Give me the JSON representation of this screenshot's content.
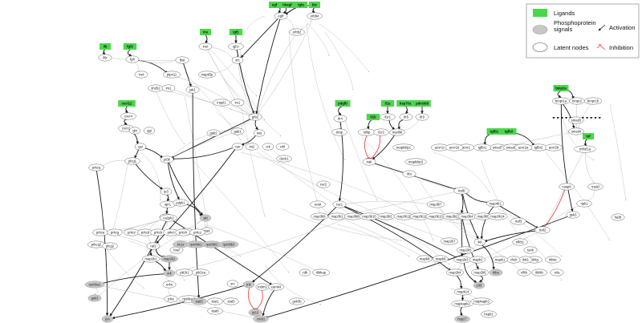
{
  "legend": {
    "ligands": "Ligands",
    "phospho": "Phosphoprotein signals",
    "latent": "Latent nodes",
    "activation": "Activation",
    "inhibition": "Inhibition"
  },
  "colors": {
    "ligand": "#4cd64c",
    "phospho": "#c8c8c8",
    "latent": "#ffffff",
    "edge_light": "#bdbdbd",
    "edge_dark": "#1a1a1a",
    "inhibit": "#e53935"
  },
  "nodes": [
    {
      "id": "egf",
      "label": "egf",
      "kind": "ligand"
    },
    {
      "id": "hbegf",
      "label": "hbegf",
      "kind": "ligand"
    },
    {
      "id": "tgfa",
      "label": "tgfa",
      "kind": "ligand"
    },
    {
      "id": "btc",
      "label": "btc",
      "kind": "ligand"
    },
    {
      "id": "ins",
      "label": "ins",
      "kind": "ligand"
    },
    {
      "id": "igf1",
      "label": "igf1",
      "kind": "ligand"
    },
    {
      "id": "il6",
      "label": "il6",
      "kind": "ligand"
    },
    {
      "id": "fgf2",
      "label": "fgf2",
      "kind": "ligand"
    },
    {
      "id": "cxcl12",
      "label": "cxcl12",
      "kind": "ligand"
    },
    {
      "id": "pdgfb",
      "label": "pdgfb",
      "kind": "ligand"
    },
    {
      "id": "il1a",
      "label": "il1a",
      "kind": "ligand"
    },
    {
      "id": "il1b",
      "label": "il1b",
      "kind": "ligand"
    },
    {
      "id": "hsp70",
      "label": "hsp70a",
      "kind": "ligand"
    },
    {
      "id": "ppp",
      "label": "pdm368",
      "kind": "ligand"
    },
    {
      "id": "bmp2",
      "label": "bmp2a",
      "kind": "ligand"
    },
    {
      "id": "tgfb1",
      "label": "tgfb1",
      "kind": "ligand"
    },
    {
      "id": "tgfb2",
      "label": "tgfb3",
      "kind": "ligand"
    },
    {
      "id": "tnf",
      "label": "tnf",
      "kind": "ligand"
    },
    {
      "id": "egfr",
      "label": "egfr",
      "kind": "latent"
    },
    {
      "id": "erbb4",
      "label": "erbb4",
      "kind": "latent"
    },
    {
      "id": "erbb2",
      "label": "erbb2",
      "kind": "latent"
    },
    {
      "id": "insr",
      "label": "insr",
      "kind": "latent"
    },
    {
      "id": "igf1r",
      "label": "igf1r",
      "kind": "latent"
    },
    {
      "id": "il6r",
      "label": "il6r",
      "kind": "latent"
    },
    {
      "id": "fgfr",
      "label": "fgfr",
      "kind": "latent"
    },
    {
      "id": "lbst",
      "label": "lbst",
      "kind": "latent"
    },
    {
      "id": "src",
      "label": "src",
      "kind": "latent"
    },
    {
      "id": "mapk5",
      "label": "mapk5p",
      "kind": "latent"
    },
    {
      "id": "irs4",
      "label": "irs4",
      "kind": "latent"
    },
    {
      "id": "ptpn11",
      "label": "ptpn11",
      "kind": "latent"
    },
    {
      "id": "sh2b2",
      "label": "sh2b2",
      "kind": "latent"
    },
    {
      "id": "irs1a",
      "label": "irs1",
      "kind": "latent"
    },
    {
      "id": "jak1",
      "label": "jak1",
      "kind": "latent"
    },
    {
      "id": "inpp1",
      "label": "inppl1",
      "kind": "latent"
    },
    {
      "id": "irs1b",
      "label": "irs1",
      "kind": "latent"
    },
    {
      "id": "grb2",
      "label": "grb2",
      "kind": "latent"
    },
    {
      "id": "cxcr4",
      "label": "cxcr4",
      "kind": "latent"
    },
    {
      "id": "cxcr2",
      "label": "cxcr2",
      "kind": "latent"
    },
    {
      "id": "gbi",
      "label": "gbi",
      "kind": "latent"
    },
    {
      "id": "ggi",
      "label": "ggi",
      "kind": "latent"
    },
    {
      "id": "gai",
      "label": "gai",
      "kind": "latent"
    },
    {
      "id": "gab2",
      "label": "gab2",
      "kind": "latent"
    },
    {
      "id": "gab1",
      "label": "gab1",
      "kind": "latent"
    },
    {
      "id": "sos",
      "label": "sos",
      "kind": "latent"
    },
    {
      "id": "ras",
      "label": "ras",
      "kind": "latent"
    },
    {
      "id": "irs2",
      "label": "irs2",
      "kind": "latent"
    },
    {
      "id": "crk",
      "label": "crk",
      "kind": "latent"
    },
    {
      "id": "crkl",
      "label": "crkl",
      "kind": "latent"
    },
    {
      "id": "dock1",
      "label": "dock1",
      "kind": "latent"
    },
    {
      "id": "pi3k",
      "label": "pi3k",
      "kind": "latent"
    },
    {
      "id": "plcg1",
      "label": "plcg1",
      "kind": "latent"
    },
    {
      "id": "prkcq",
      "label": "prkcq",
      "kind": "latent"
    },
    {
      "id": "ip3",
      "label": "ip3",
      "kind": "latent"
    },
    {
      "id": "itpr1",
      "label": "itpr1",
      "kind": "latent"
    },
    {
      "id": "dag1",
      "label": "dag1",
      "kind": "latent"
    },
    {
      "id": "pdpk1",
      "label": "pdpk1",
      "kind": "latent"
    },
    {
      "id": "akt",
      "label": "akt",
      "kind": "phospho"
    },
    {
      "id": "ca2pk",
      "label": "ca2pk2",
      "kind": "latent"
    },
    {
      "id": "bad",
      "label": "bad",
      "kind": "latent"
    },
    {
      "id": "mtor",
      "label": "mtor",
      "kind": "latent"
    },
    {
      "id": "prkca",
      "label": "prkca",
      "kind": "latent"
    },
    {
      "id": "prkcg",
      "label": "prkcg",
      "kind": "latent"
    },
    {
      "id": "prkcz",
      "label": "prkcz",
      "kind": "latent"
    },
    {
      "id": "prkcd",
      "label": "prkcd",
      "kind": "latent"
    },
    {
      "id": "prkcb",
      "label": "prkcb",
      "kind": "latent"
    },
    {
      "id": "prkci",
      "label": "prkci",
      "kind": "latent"
    },
    {
      "id": "prkch",
      "label": "prkch",
      "kind": "latent"
    },
    {
      "id": "prkcz2",
      "label": "prkcz",
      "kind": "latent"
    },
    {
      "id": "raf1",
      "label": "raf1",
      "kind": "latent"
    },
    {
      "id": "braf",
      "label": "braf",
      "kind": "latent"
    },
    {
      "id": "map2k1",
      "label": "map2k1",
      "kind": "latent"
    },
    {
      "id": "map2k2",
      "label": "map2k2",
      "kind": "phospho"
    },
    {
      "id": "erk",
      "label": "erk",
      "kind": "phospho"
    },
    {
      "id": "rps6ka",
      "label": "rps6ka1",
      "kind": "phospho"
    },
    {
      "id": "gsk3",
      "label": "gsk3",
      "kind": "phospho"
    },
    {
      "id": "jun",
      "label": "jun",
      "kind": "phospho"
    },
    {
      "id": "irs1c",
      "label": "irs1s",
      "kind": "phospho"
    },
    {
      "id": "rps6kb1",
      "label": "rps6kb1",
      "kind": "phospho"
    },
    {
      "id": "rps6kb2",
      "label": "rps6kb2",
      "kind": "phospho"
    },
    {
      "id": "rps6kb3",
      "label": "rps6kb3",
      "kind": "phospho"
    },
    {
      "id": "erks",
      "label": "erks",
      "kind": "latent"
    },
    {
      "id": "jnks",
      "label": "jnks",
      "kind": "latent"
    },
    {
      "id": "rps6ka1b",
      "label": "rps6ka1b",
      "kind": "latent"
    },
    {
      "id": "stat3",
      "label": "stat3",
      "kind": "phospho"
    },
    {
      "id": "srcb",
      "label": "src",
      "kind": "latent"
    },
    {
      "id": "jnk",
      "label": "jnk",
      "kind": "phospho"
    },
    {
      "id": "mdm2",
      "label": "mdm2",
      "kind": "latent"
    },
    {
      "id": "camk4",
      "label": "camk4",
      "kind": "latent"
    },
    {
      "id": "tp53",
      "label": "tp53",
      "kind": "phospho"
    },
    {
      "id": "creb1",
      "label": "creb1",
      "kind": "phospho"
    },
    {
      "id": "map3k",
      "label": "map3k1",
      "kind": "latent"
    },
    {
      "id": "tlr4",
      "label": "tlr4",
      "kind": "latent"
    },
    {
      "id": "il1r1",
      "label": "il1r1",
      "kind": "latent"
    },
    {
      "id": "tlr5",
      "label": "tlr5",
      "kind": "latent"
    },
    {
      "id": "tlr9",
      "label": "tlr9",
      "kind": "latent"
    },
    {
      "id": "tirap",
      "label": "tirap",
      "kind": "latent"
    },
    {
      "id": "tollip",
      "label": "tollip",
      "kind": "latent"
    },
    {
      "id": "il1r2",
      "label": "il1r2",
      "kind": "latent"
    },
    {
      "id": "myd88",
      "label": "myd88",
      "kind": "latent"
    },
    {
      "id": "irak",
      "label": "irak",
      "kind": "latent"
    },
    {
      "id": "mapk8ip",
      "label": "mapk8ip1",
      "kind": "latent"
    },
    {
      "id": "traf6",
      "label": "traf6",
      "kind": "latent"
    },
    {
      "id": "tifa",
      "label": "tifa",
      "kind": "latent"
    },
    {
      "id": "rac1",
      "label": "rac1",
      "kind": "latent"
    },
    {
      "id": "ecsit",
      "label": "ecsit",
      "kind": "latent"
    },
    {
      "id": "map4k",
      "label": "map4k1",
      "kind": "latent"
    },
    {
      "id": "map3k7",
      "label": "map3k7",
      "kind": "latent"
    },
    {
      "id": "map3k1",
      "label": "map3k1",
      "kind": "latent"
    },
    {
      "id": "map3k8",
      "label": "map3k8",
      "kind": "latent"
    },
    {
      "id": "ikk",
      "label": "ikk",
      "kind": "latent"
    },
    {
      "id": "ikba",
      "label": "ikba",
      "kind": "phospho"
    },
    {
      "id": "nfkb",
      "label": "nfkb",
      "kind": "latent"
    },
    {
      "id": "map2k3",
      "label": "map2k3",
      "kind": "latent"
    },
    {
      "id": "map2k4",
      "label": "map2k4",
      "kind": "latent"
    },
    {
      "id": "map2k6",
      "label": "map2k6",
      "kind": "latent"
    },
    {
      "id": "p38",
      "label": "p38",
      "kind": "phospho"
    },
    {
      "id": "mapk14",
      "label": "mapk14",
      "kind": "latent"
    },
    {
      "id": "mapkapk2",
      "label": "mapkapk2",
      "kind": "latent"
    },
    {
      "id": "hsp27",
      "label": "hsp27",
      "kind": "phospho"
    },
    {
      "id": "bmpr1a",
      "label": "bmpr1a",
      "kind": "latent"
    },
    {
      "id": "bmpr2",
      "label": "bmpr2",
      "kind": "latent"
    },
    {
      "id": "bmpr1b",
      "label": "bmpr1b",
      "kind": "latent"
    },
    {
      "id": "smad4",
      "label": "smad4",
      "kind": "latent"
    },
    {
      "id": "smad7",
      "label": "smad7",
      "kind": "latent"
    },
    {
      "id": "smad2",
      "label": "smad2",
      "kind": "latent"
    },
    {
      "id": "tgfbr1",
      "label": "tgfbr1",
      "kind": "latent"
    },
    {
      "id": "tgfbr2",
      "label": "tgfbr2",
      "kind": "latent"
    },
    {
      "id": "acvr1",
      "label": "acvr1",
      "kind": "latent"
    },
    {
      "id": "acvr2",
      "label": "acvr2a",
      "kind": "latent"
    },
    {
      "id": "acvr2b",
      "label": "acvr2b",
      "kind": "latent"
    },
    {
      "id": "tnfrsf1a",
      "label": "tnfrsf1a",
      "kind": "latent"
    },
    {
      "id": "tradd",
      "label": "tradd",
      "kind": "latent"
    },
    {
      "id": "ripk1",
      "label": "ripk1",
      "kind": "latent"
    },
    {
      "id": "traf2",
      "label": "traf2",
      "kind": "latent"
    },
    {
      "id": "fadd",
      "label": "fadd",
      "kind": "latent"
    },
    {
      "id": "casp",
      "label": "casp8",
      "kind": "latent"
    },
    {
      "id": "gsk",
      "label": "gsk3",
      "kind": "latent"
    }
  ]
}
